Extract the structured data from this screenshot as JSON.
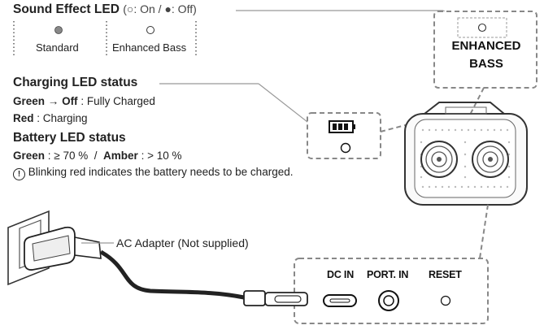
{
  "sound_effect": {
    "title": "Sound Effect LED",
    "legend": "(○: On / ●: Off)",
    "options": [
      {
        "label": "Standard",
        "state": "off"
      },
      {
        "label": "Enhanced Bass",
        "state": "on"
      }
    ]
  },
  "enhanced_bass_box": {
    "line1": "ENHANCED",
    "line2": "BASS"
  },
  "charging": {
    "title": "Charging LED status",
    "line1_color": "Green",
    "line1_arrow": "→",
    "line1_state": "Off",
    "line1_desc": ": Fully Charged",
    "line2_color": "Red",
    "line2_desc": ": Charging"
  },
  "battery": {
    "title": "Battery LED status",
    "green_label": "Green",
    "green_desc": ": ≥ 70 %",
    "separator": "/",
    "amber_label": "Amber",
    "amber_desc": ": > 10 %",
    "note_icon": "!",
    "note": "Blinking red indicates the battery needs to be charged."
  },
  "adapter": {
    "label": "AC Adapter (Not supplied)"
  },
  "ports": {
    "dc_in": "DC IN",
    "port_in": "PORT. IN",
    "reset": "RESET"
  },
  "colors": {
    "text": "#222222",
    "dash": "#888888",
    "line": "#999999"
  }
}
